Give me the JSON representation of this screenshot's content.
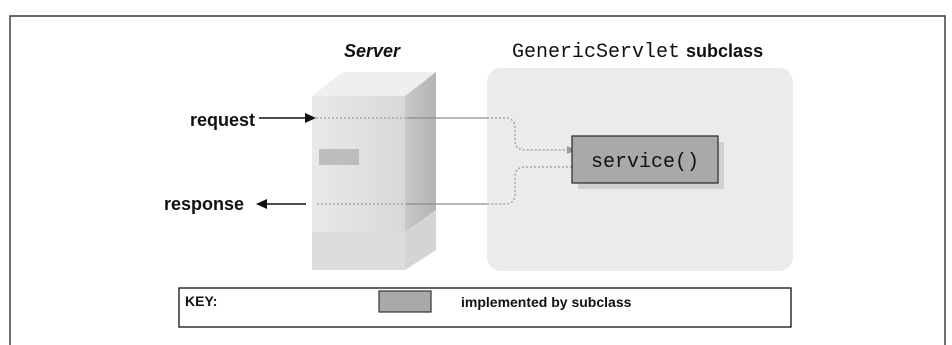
{
  "labels": {
    "server": "Server",
    "subclass_code": "GenericServlet",
    "subclass_word": "subclass",
    "request": "request",
    "response": "response",
    "method": "service()"
  },
  "key": {
    "title": "KEY:",
    "description": "implemented by subclass"
  },
  "colors": {
    "border": "#111111",
    "subclass_bg": "#ebebeb",
    "method_fill": "#a9a9a9",
    "server_face": "#e2e2e2",
    "dotted_line": "#9a9a9a"
  }
}
